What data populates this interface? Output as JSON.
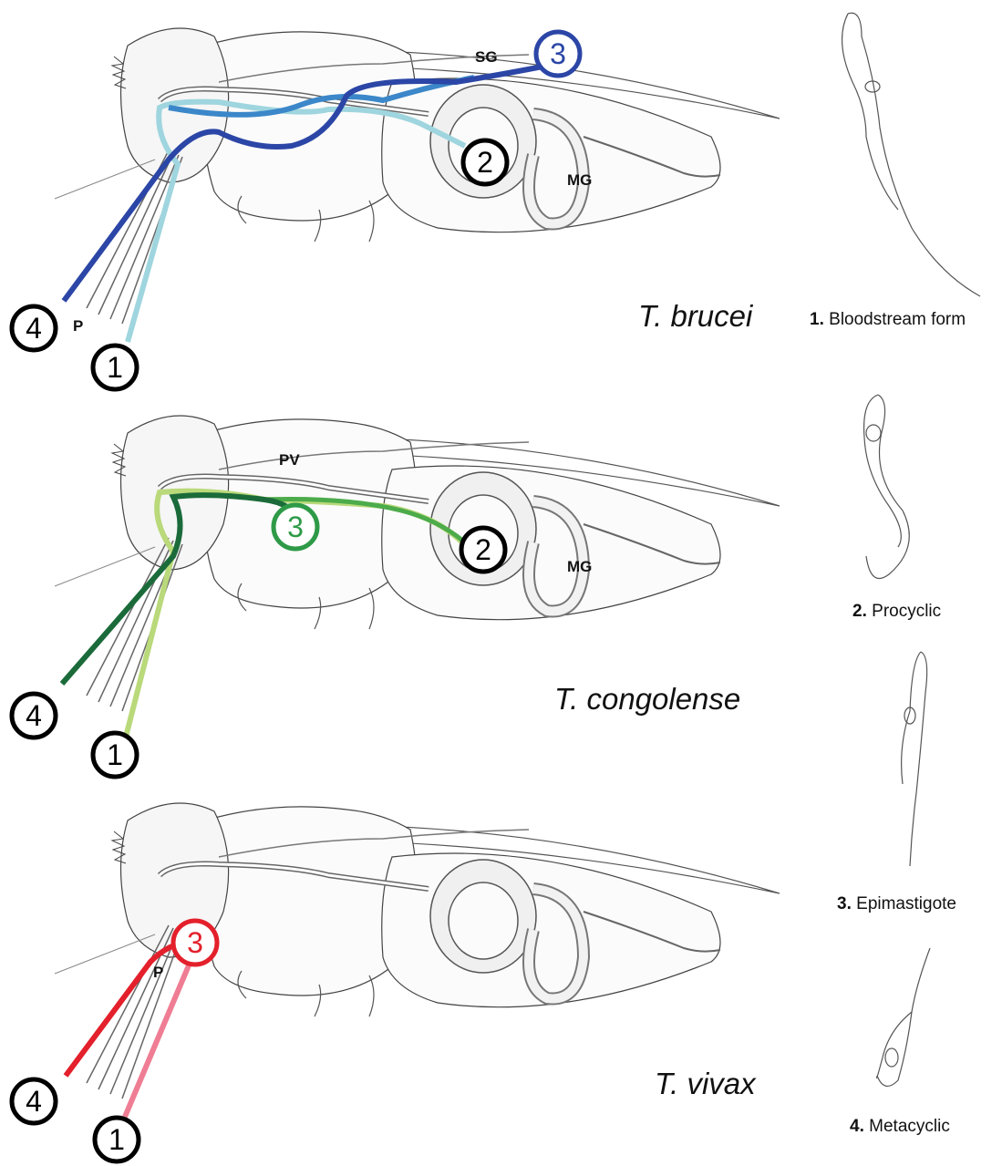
{
  "panels": [
    {
      "species": "T. brucei",
      "organ_labels": [
        "SG",
        "MG",
        "P"
      ],
      "stage_markers": [
        "4",
        "1",
        "2",
        "3"
      ]
    },
    {
      "species": "T. congolense",
      "organ_labels": [
        "PV",
        "MG"
      ],
      "stage_markers": [
        "4",
        "1",
        "2",
        "3"
      ]
    },
    {
      "species": "T. vivax",
      "organ_labels": [
        "P"
      ],
      "stage_markers": [
        "4",
        "1",
        "3"
      ]
    }
  ],
  "stages": [
    {
      "number": "1.",
      "name": "Bloodstream form"
    },
    {
      "number": "2.",
      "name": "Procyclic"
    },
    {
      "number": "3.",
      "name": "Epimastigote"
    },
    {
      "number": "4.",
      "name": "Metacyclic"
    }
  ],
  "colors": {
    "brucei_outbound": "#9fd5de",
    "brucei_mid": "#3b87c9",
    "brucei_return": "#2b46a6",
    "congolense_outbound": "#b9d97a",
    "congolense_mid": "#4cab4a",
    "congolense_return": "#1b6b3a",
    "vivax_outbound": "#ef7d93",
    "vivax_return": "#e3202b",
    "black_marker": "#000000"
  }
}
